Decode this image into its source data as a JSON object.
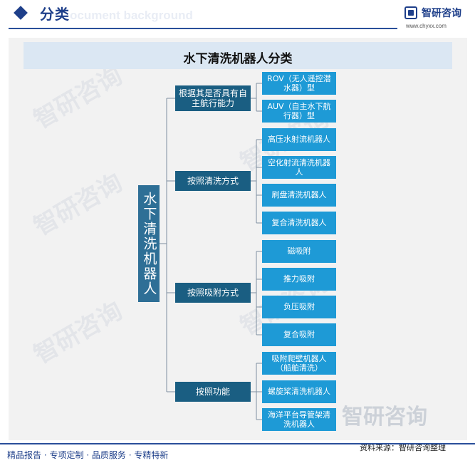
{
  "header": {
    "title": "分类",
    "ghost_text": "ocument background",
    "brand_name": "智研咨询",
    "brand_url": "www.chyxx.com"
  },
  "diagram": {
    "title": "水下清洗机器人分类",
    "root": "水下清洗机器人",
    "categories": [
      {
        "label": "根据其是否具有自主航行能力",
        "children": [
          "ROV（无人遥控潜水器）型",
          "AUV（自主水下航行器）型"
        ]
      },
      {
        "label": "按照清洗方式",
        "children": [
          "高压水射流机器人",
          "空化射流清洗机器人",
          "刷盘清洗机器人",
          "复合清洗机器人"
        ]
      },
      {
        "label": "按照吸附方式",
        "children": [
          "磁吸附",
          "推力吸附",
          "负压吸附",
          "复合吸附"
        ]
      },
      {
        "label": "按照功能",
        "children": [
          "吸附爬壁机器人（船舶清洗）",
          "螺旋桨清洗机器人",
          "海洋平台导管架清洗机器人"
        ]
      }
    ]
  },
  "footer": {
    "left": "精品报告 · 专项定制 · 品质服务 · 专精特新",
    "source": "资料来源：智研咨询整理",
    "watermark": "智研咨询"
  },
  "colors": {
    "brand": "#1e3f8a",
    "root_fill": "#2e6f96",
    "category_fill": "#1a5e82",
    "leaf_fill": "#1e9ad6",
    "panel": "#f2f2f2",
    "banner": "#dbe7f3"
  },
  "icons": {
    "header_marker": "diamond-icon",
    "brand_logo": "brand-logo-icon"
  }
}
